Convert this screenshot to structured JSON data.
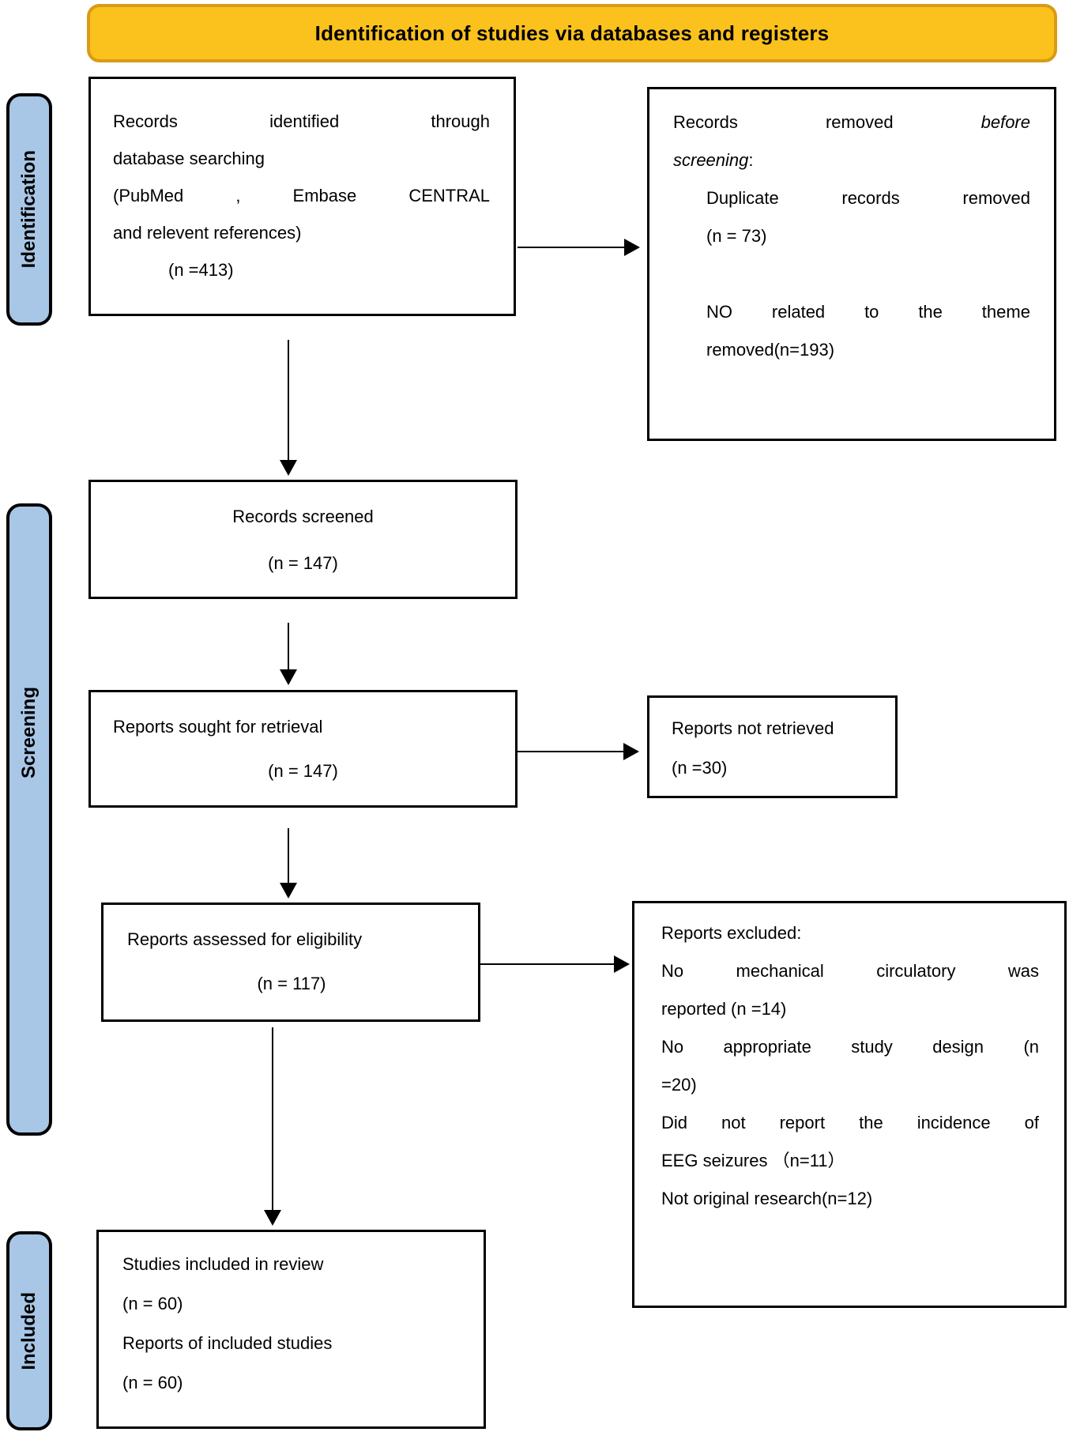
{
  "banner": {
    "label": "Identification of studies via databases and registers"
  },
  "stages": [
    {
      "id": "identification",
      "label": "Identification"
    },
    {
      "id": "screening",
      "label": "Screening"
    },
    {
      "id": "included",
      "label": "Included"
    }
  ],
  "colors": {
    "banner_fill": "#FBC21E",
    "banner_border": "#D99B15",
    "stage_fill": "#A8C6E6",
    "box_border": "#000000",
    "text": "#000000"
  },
  "boxes": {
    "records_identified": {
      "lines": [
        {
          "align": "justify",
          "text": "Records identified through"
        },
        {
          "align": "left",
          "text": "database searching"
        },
        {
          "align": "justify",
          "text": "(PubMed , Embase CENTRAL"
        },
        {
          "align": "left",
          "text": "and relevent references)"
        },
        {
          "align": "left",
          "indent": 70,
          "text": "(n =413)"
        }
      ]
    },
    "records_removed": {
      "lines": [
        {
          "align": "justify",
          "segments": [
            {
              "text": "Records removed",
              "italic": false
            },
            {
              "text": "before",
              "italic": true
            }
          ]
        },
        {
          "align": "left",
          "segments": [
            {
              "text": "screening",
              "italic": true
            },
            {
              "text": ":",
              "italic": false
            }
          ]
        },
        {
          "align": "justify",
          "indent": 42,
          "text": "Duplicate records removed"
        },
        {
          "align": "left",
          "indent": 42,
          "text": "(n = 73)"
        },
        {
          "align": "left",
          "text": ""
        },
        {
          "align": "justify",
          "indent": 42,
          "text": "NO related to the theme"
        },
        {
          "align": "left",
          "indent": 42,
          "text": "removed(n=193)"
        }
      ]
    },
    "records_screened": {
      "lines": [
        {
          "align": "center",
          "text": "Records screened"
        },
        {
          "align": "center",
          "text": "(n = 147)"
        }
      ]
    },
    "reports_sought": {
      "lines": [
        {
          "align": "left",
          "text": "Reports sought for retrieval"
        },
        {
          "align": "center",
          "text": "(n = 147)"
        }
      ]
    },
    "reports_not_retrieved": {
      "lines": [
        {
          "align": "left",
          "text": "Reports not retrieved"
        },
        {
          "align": "left",
          "text": "(n =30)"
        }
      ]
    },
    "reports_assessed": {
      "lines": [
        {
          "align": "left",
          "text": "Reports assessed for eligibility"
        },
        {
          "align": "center",
          "text": "(n = 117)"
        }
      ]
    },
    "reports_excluded": {
      "lines": [
        {
          "align": "left",
          "text": "Reports excluded:"
        },
        {
          "align": "justify",
          "text": "No mechanical circulatory was"
        },
        {
          "align": "left",
          "text": "reported (n =14)"
        },
        {
          "align": "justify",
          "text": "No appropriate study design (n"
        },
        {
          "align": "left",
          "text": "=20)"
        },
        {
          "align": "justify",
          "text": "Did not report the incidence of"
        },
        {
          "align": "left",
          "text": "EEG seizures （n=11）"
        },
        {
          "align": "left",
          "text": "Not original research(n=12)"
        }
      ]
    },
    "studies_included": {
      "lines": [
        {
          "align": "left",
          "text": "Studies included in review"
        },
        {
          "align": "left",
          "text": "(n = 60)"
        },
        {
          "align": "left",
          "text": "Reports of included studies"
        },
        {
          "align": "left",
          "text": "(n = 60)"
        }
      ]
    }
  }
}
